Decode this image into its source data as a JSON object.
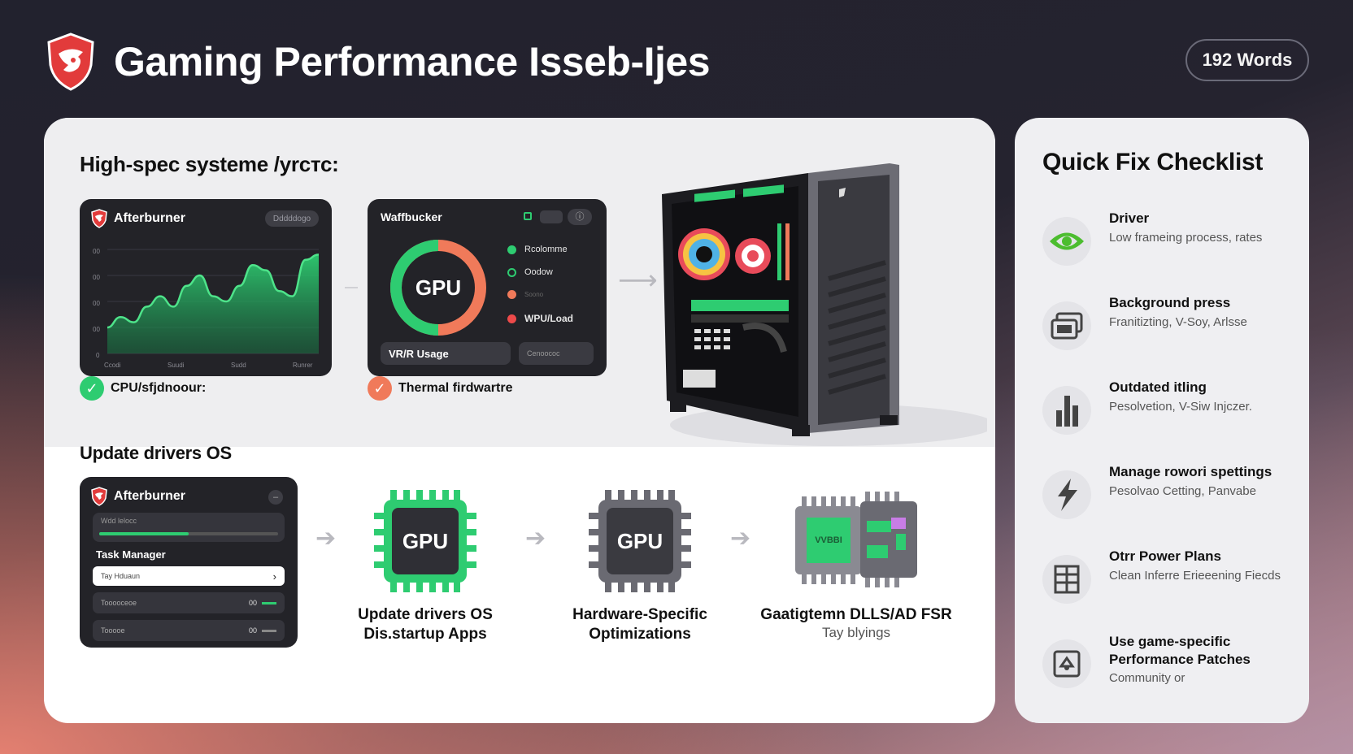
{
  "header": {
    "title": "Gaming Performance Isseb-Ijes",
    "word_count": "192 Words"
  },
  "top_section": {
    "title": "High-spec systeme /уrстс:",
    "afterburner_panel": {
      "title": "Afterburner",
      "button": "Dddddogo",
      "y_ticks": [
        "00",
        "00",
        "00",
        "00",
        "0"
      ],
      "x_ticks": [
        "Ccodi",
        "Suudi",
        "Sudd",
        "Runrer"
      ],
      "series": [
        0.25,
        0.35,
        0.3,
        0.45,
        0.55,
        0.45,
        0.65,
        0.75,
        0.55,
        0.5,
        0.65,
        0.85,
        0.8,
        0.6,
        0.55,
        0.9,
        0.95
      ]
    },
    "gpu_panel": {
      "title": "Waffbucker",
      "donut_label": "GPU",
      "legend": [
        {
          "label": "Rcolomme",
          "color": "#2ecc71",
          "hollow": false
        },
        {
          "label": "Oodow",
          "color": "#2ecc71",
          "hollow": true
        },
        {
          "label": "Soono",
          "color": "#f07a5a",
          "hollow": false
        },
        {
          "label": "WPU/Load",
          "color": "#ee4a4a",
          "hollow": false
        }
      ],
      "usage_bar": "VR/R Usage",
      "side_bar": "Cenoococ"
    },
    "status_left": "CPU/sfjdnoour:",
    "status_right": "Thermal firdwartre"
  },
  "bottom_section": {
    "title": "Update drivers OS",
    "task_panel": {
      "title": "Afterburner",
      "row1": "Wdd lelocc",
      "task_manager": "Task Manager",
      "selected_row": "Tay Hduaun",
      "row3": "Tooooceoe",
      "row3_value": "00",
      "row4": "Tooooe",
      "row4_value": "00"
    },
    "chips": [
      {
        "label": "GPU",
        "caption_line1": "Update drivers OS",
        "caption_line2": "Dis.startup Apps"
      },
      {
        "label": "GPU",
        "caption_line1": "Hardware-Specific",
        "caption_line2": "Optimizations"
      },
      {
        "label": "VVBBI",
        "caption_line1": "Gaatigtemn DLLS/AD FSR",
        "caption_line2": "Tay blyings"
      }
    ]
  },
  "checklist": {
    "title": "Quick Fix Checklist",
    "items": [
      {
        "title": "Driver",
        "desc": "Low frameing process, rates",
        "icon": "nvidia-eye-icon"
      },
      {
        "title": "Background press",
        "desc": "Franitizting, V-Soy, Arlsse",
        "icon": "window-stack-icon"
      },
      {
        "title": "Outdated itling",
        "desc": "Pesolvetion, V-Siw Injczer.",
        "icon": "bar-chart-icon"
      },
      {
        "title": "Manage rowori spettings",
        "desc": "Pesolvao Cetting, Panvabe",
        "icon": "lightning-icon"
      },
      {
        "title": "Otrr Power Plans",
        "desc": "Clean Inferre Erieeening Fiecds",
        "icon": "document-icon"
      },
      {
        "title": "Use game-specific Performance Patches",
        "desc": "Community or",
        "icon": "patch-icon"
      }
    ]
  },
  "colors": {
    "accent_green": "#2ecc71",
    "accent_red": "#ee4a4a",
    "accent_salmon": "#f07a5a",
    "panel_dark": "#232328"
  }
}
